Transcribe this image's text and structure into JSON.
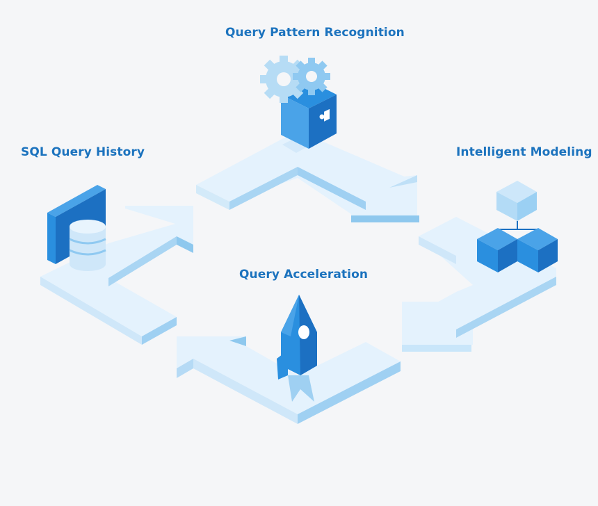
{
  "labels": {
    "top": "Query Pattern Recognition",
    "left": "SQL Query History",
    "right": "Intelligent Modeling",
    "center": "Query Acceleration"
  },
  "icons": {
    "top": "gears-cube-icon",
    "left": "database-monitor-icon",
    "right": "cube-hierarchy-icon",
    "bottom": "rocket-icon"
  },
  "colors": {
    "label_text": "#1c73be",
    "path_light": "#e2f1fc",
    "path_mid": "#c9e6fa",
    "path_edge": "#8ec8ee",
    "icon_blue": "#2a8fdf",
    "icon_dark": "#1c70c2",
    "icon_light": "#8fc9f1",
    "background": "#f5f6f8"
  }
}
